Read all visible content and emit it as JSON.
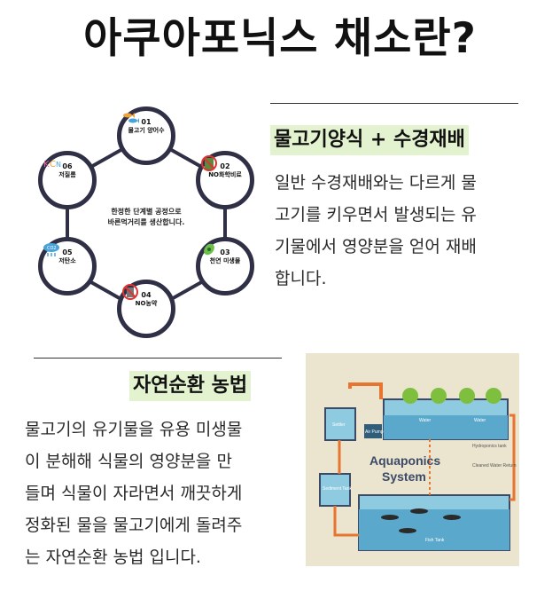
{
  "title": "아쿠아포닉스 채소란?",
  "section1": {
    "heading": "물고기양식 + 수경재배",
    "lines": [
      "일반 수경재배와는 다르게 물",
      "고기를 키우면서 발생되는 유",
      "기물에서 영양분을 얻어 재배",
      "합니다."
    ]
  },
  "section2": {
    "heading": "자연순환 농법",
    "lines": [
      "물고기의 유기물을 유용 미생물",
      "이 분해해 식물의 영양분을 만",
      "들며 식물이 자라면서 깨끗하게",
      "정화된 물을 물고기에게 돌려주",
      "는 자연순환 농법 입니다."
    ]
  },
  "cycle": {
    "center": [
      "한정한 단계별 공정으로",
      "바른먹거리를 생산합니다."
    ],
    "nodes": [
      {
        "num": "01",
        "label": "물고기 양어수",
        "icon": "fish-icon"
      },
      {
        "num": "02",
        "label": "NO화학비료",
        "icon": "no-fertilizer-icon"
      },
      {
        "num": "03",
        "label": "천연 미생물",
        "icon": "microbe-icon"
      },
      {
        "num": "04",
        "label": "NO농약",
        "icon": "no-pesticide-icon"
      },
      {
        "num": "05",
        "label": "저탄소",
        "icon": "co2-cloud-icon"
      },
      {
        "num": "06",
        "label": "저질롬",
        "icon": "kcn-icon"
      }
    ]
  },
  "aquaponics": {
    "title_line1": "Aquaponics",
    "title_line2": "System",
    "labels": {
      "settler": "Settler",
      "air_pump": "Air Pump",
      "hydroponics_tank": "Hydroponics tank",
      "sediment_tank": "Sediment Tank",
      "fish_tank": "Fish Tank",
      "water1": "Water",
      "water2": "Water",
      "cleaned_water": "Cleaned Water Return"
    },
    "colors": {
      "pipe": "#e7742f",
      "water": "#6fb8d6",
      "bg": "#ebe4cf",
      "plant": "#7fbf3f"
    }
  }
}
